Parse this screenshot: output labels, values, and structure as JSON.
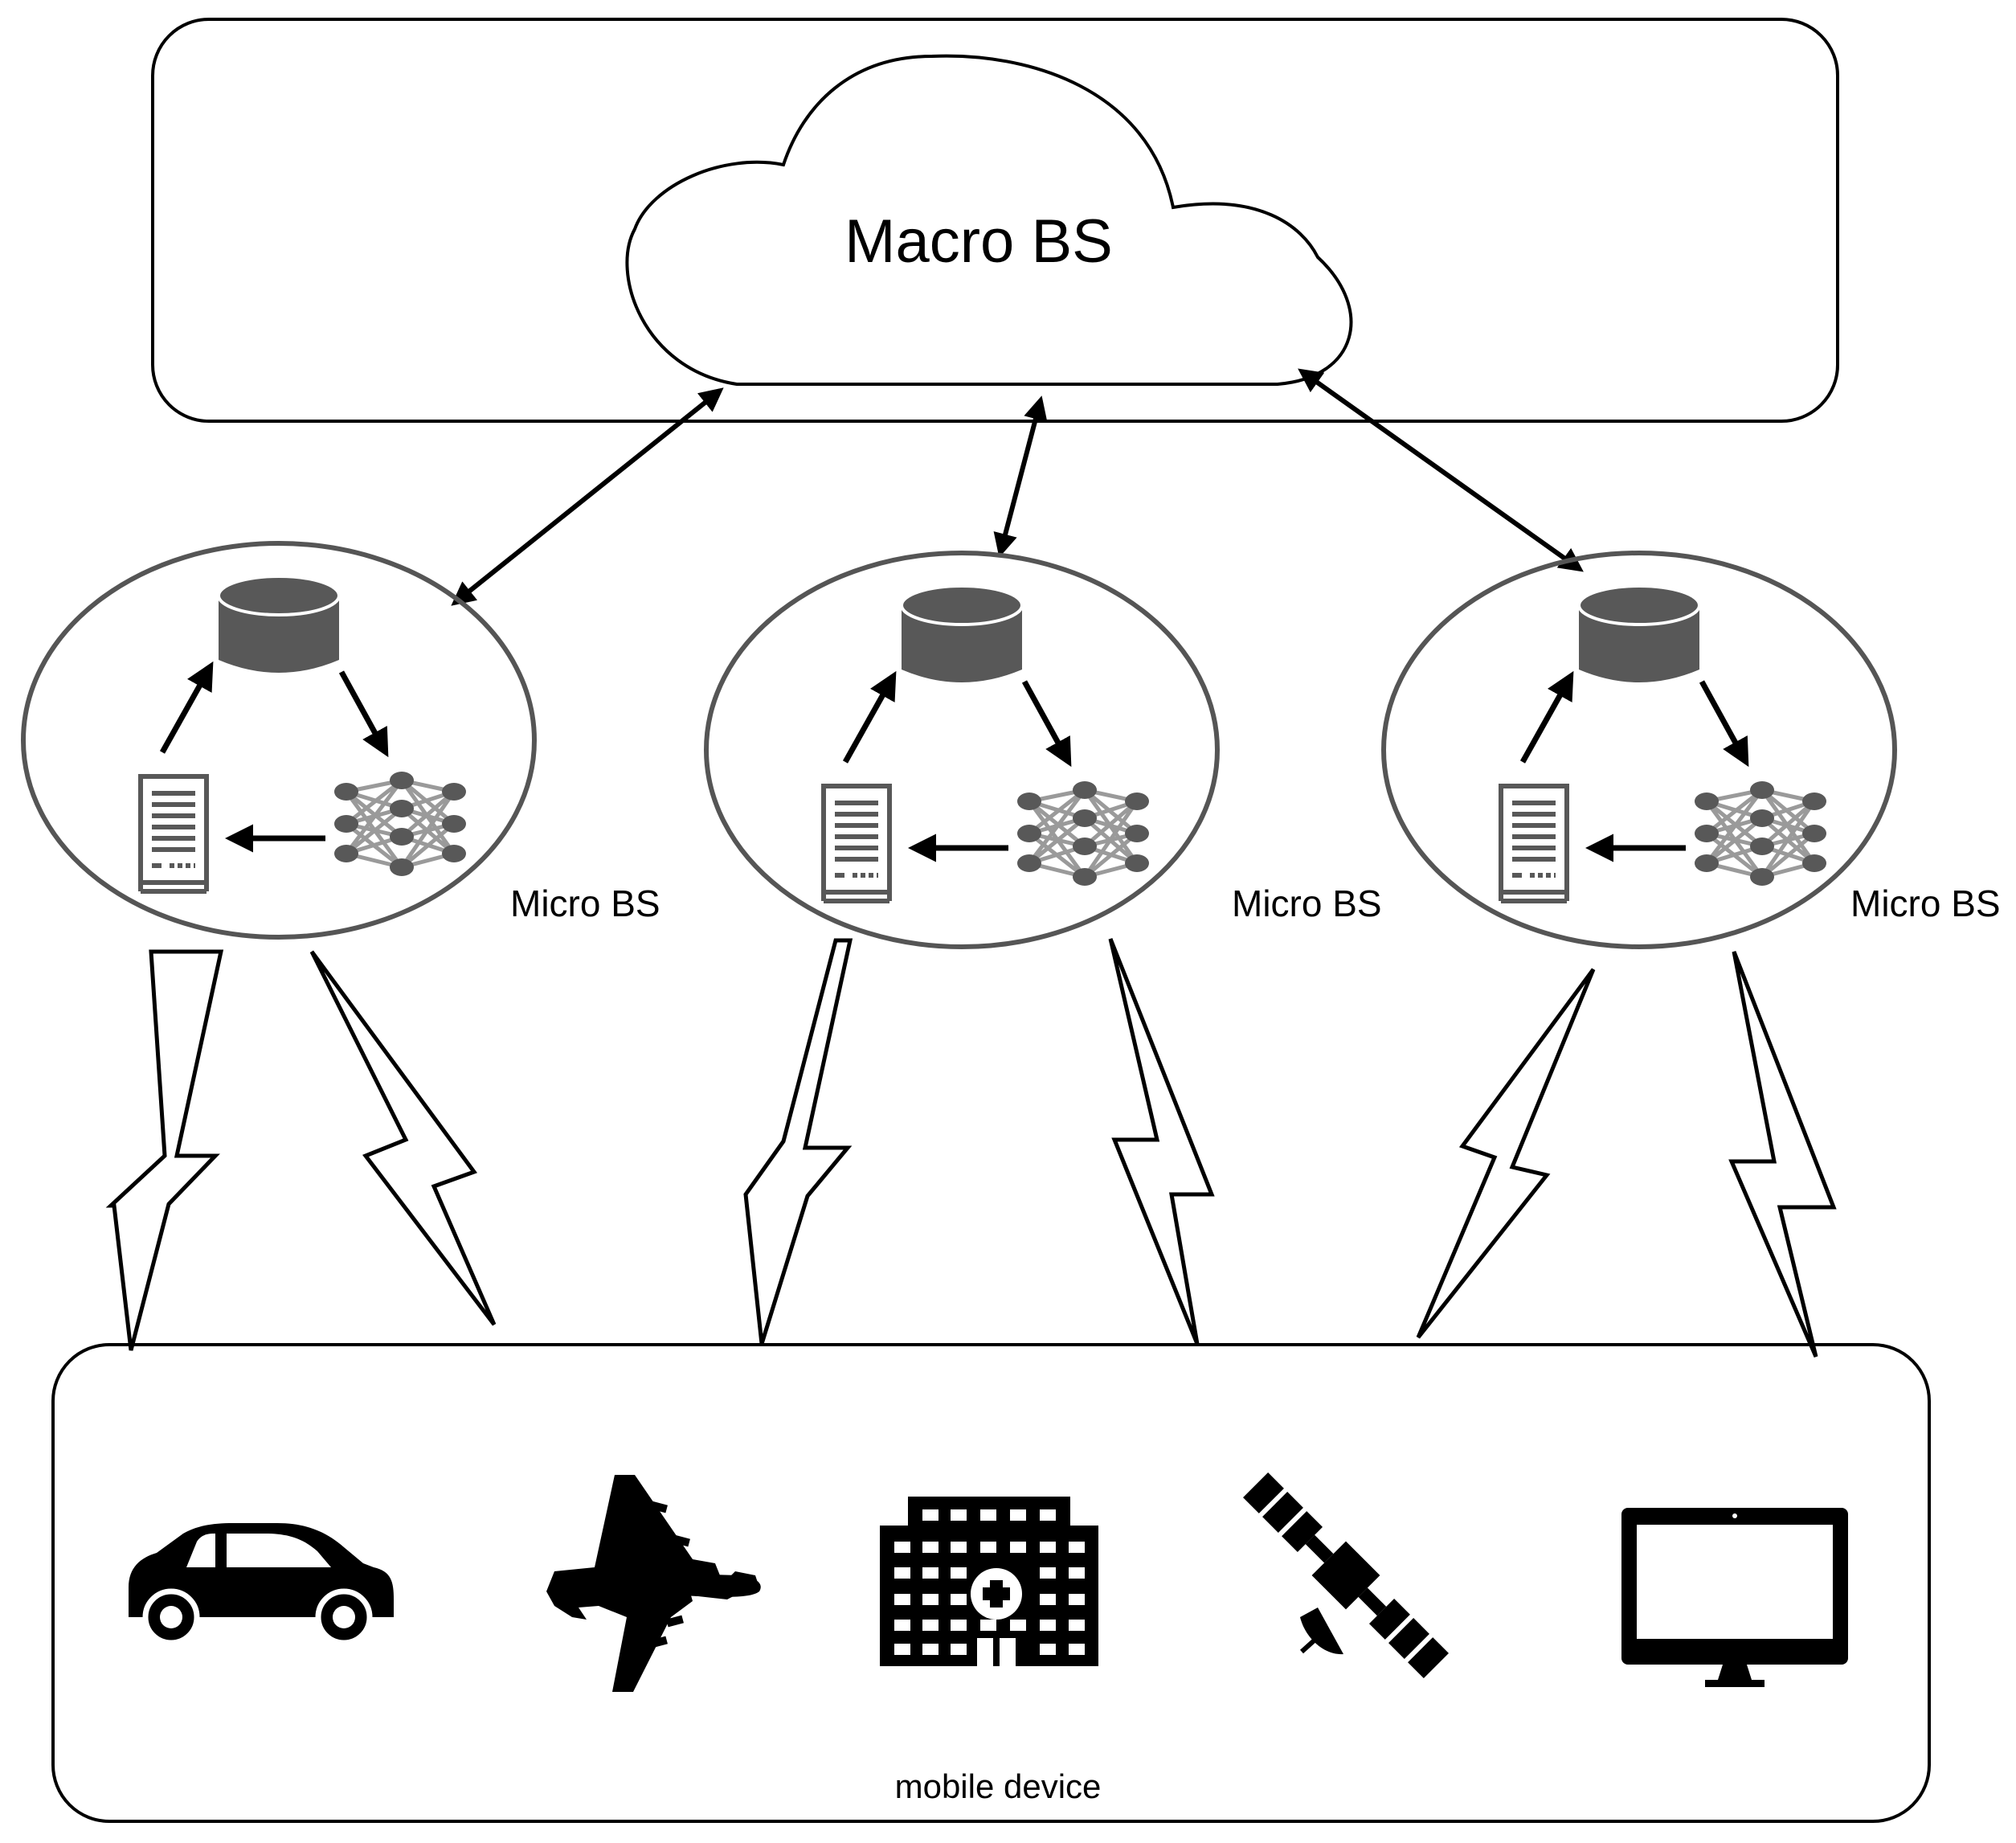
{
  "macro": {
    "label": "Macro BS"
  },
  "micro_stations": [
    {
      "label": "Micro BS",
      "icons": [
        "database-icon",
        "server-icon",
        "neural-network-icon"
      ]
    },
    {
      "label": "Micro BS",
      "icons": [
        "database-icon",
        "server-icon",
        "neural-network-icon"
      ]
    },
    {
      "label": "Micro BS",
      "icons": [
        "database-icon",
        "server-icon",
        "neural-network-icon"
      ]
    }
  ],
  "devices": {
    "label": "mobile device",
    "icons": [
      "car-icon",
      "airplane-icon",
      "hospital-icon",
      "satellite-icon",
      "monitor-icon"
    ]
  },
  "colors": {
    "stroke": "#000000",
    "ellipse": "#555555",
    "icon": "#585858",
    "nn_edge": "#9a9a9a"
  }
}
